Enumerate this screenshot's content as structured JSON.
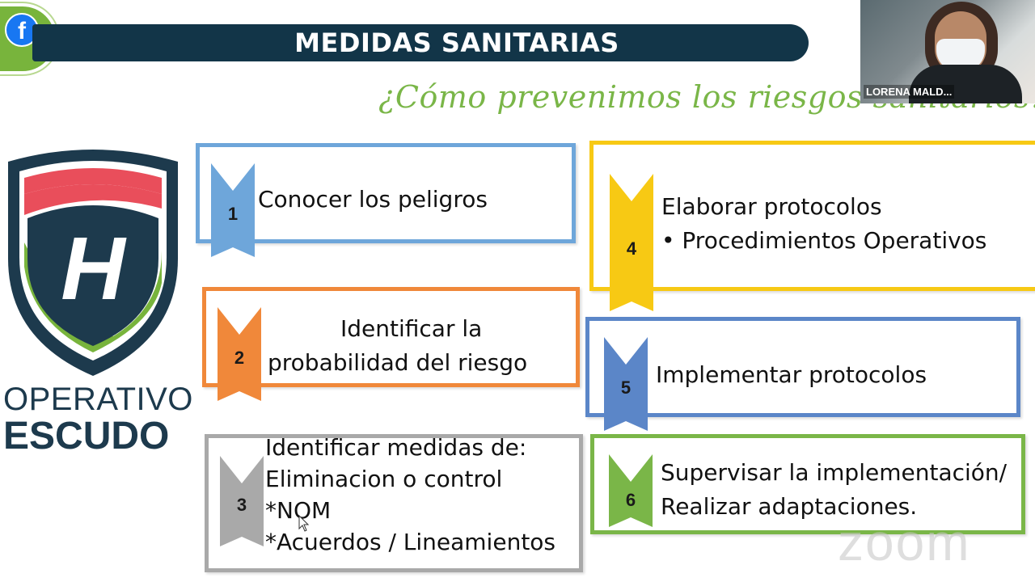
{
  "header": {
    "title": "MEDIDAS SANITARIAS",
    "subtitle": "¿Cómo prevenimos los riesgos sanitarios?."
  },
  "facebook": {
    "icon": "facebook-icon",
    "glyph": "f"
  },
  "webcam": {
    "participant_name": "LORENA MALD..."
  },
  "logo": {
    "line1": "OPERATIVO",
    "line2": "ESCUDO",
    "emblem_letter": "H"
  },
  "steps": [
    {
      "number": "1",
      "color": "#6ea6da",
      "lines": [
        "Conocer los peligros"
      ]
    },
    {
      "number": "2",
      "color": "#f0883a",
      "lines": [
        "Identificar la",
        "probabilidad del riesgo"
      ]
    },
    {
      "number": "3",
      "color": "#a9a9a9",
      "lines": [
        "Identificar medidas de:",
        " Eliminacion o control",
        "*NOM",
        "*Acuerdos / Lineamientos"
      ]
    },
    {
      "number": "4",
      "color": "#f7c914",
      "lines": [
        "Elaborar protocolos",
        "  •      Procedimientos Operativos"
      ]
    },
    {
      "number": "5",
      "color": "#5b86c8",
      "lines": [
        "Implementar protocolos"
      ]
    },
    {
      "number": "6",
      "color": "#7ab648",
      "lines": [
        "Supervisar la implementación/",
        "  Realizar adaptaciones."
      ]
    }
  ],
  "watermark": "zoom"
}
